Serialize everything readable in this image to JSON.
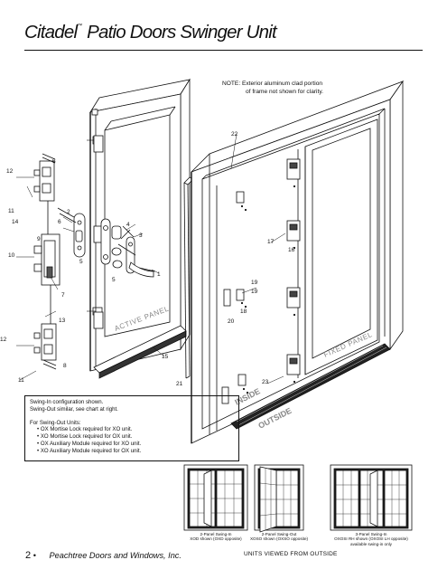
{
  "header": {
    "title_brand": "Citadel",
    "title_tm": "™",
    "title_rest": " Patio Doors Swinger Unit"
  },
  "note": {
    "line1": "NOTE:  Exterior aluminum clad portion",
    "line2": "of frame not shown for clarity."
  },
  "callouts": [
    "1",
    "2",
    "3",
    "4",
    "5",
    "5",
    "6",
    "7",
    "8",
    "8",
    "9",
    "10",
    "11",
    "11",
    "12",
    "12",
    "13",
    "14",
    "15",
    "16",
    "17",
    "18",
    "19",
    "19",
    "20",
    "21",
    "22",
    "23"
  ],
  "panel_labels": {
    "active": "ACTIVE PANEL",
    "fixed": "FIXED PANEL",
    "inside": "INSIDE",
    "outside": "OUTSIDE"
  },
  "config_box": {
    "line1": "Swing-In configuration shown.",
    "line2": "Swing-Out similar, see chart at right.",
    "heading": "For Swing-Out Units:",
    "items": [
      "OX Mortise Lock required for XO unit.",
      "XO Mortise Lock required for OX unit.",
      "OX Auxiliary Module required for XO unit.",
      "XO Auxiliary Module required for OX unit."
    ]
  },
  "thumbnails": [
    {
      "l1": "2-Panel Swing-In",
      "l2": "XOD shown (OXD opposite)",
      "l3": ""
    },
    {
      "l1": "2-Panel Swing-Out",
      "l2": "XOSO shown (OXSO opposite)",
      "l3": ""
    },
    {
      "l1": "3-Panel Swing-In",
      "l2": "OXOSI RH shown (OXOSI LH opposite)",
      "l3": "available swing-in only"
    }
  ],
  "units_caption": "UNITS VIEWED FROM OUTSIDE",
  "footer": {
    "page": "2",
    "bullet": "•",
    "company": "Peachtree Doors and Windows, Inc."
  }
}
